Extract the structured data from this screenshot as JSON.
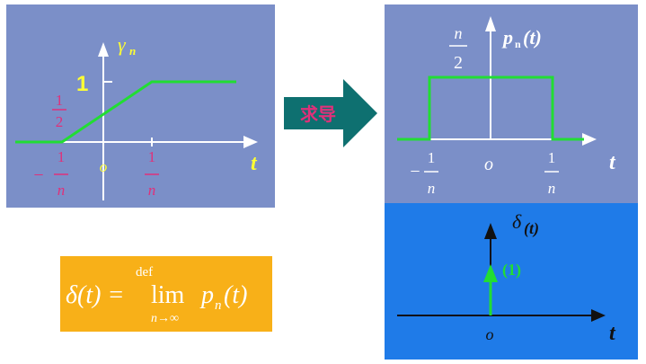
{
  "ramp_panel": {
    "ylabel": "γ",
    "ylabel_sub": "n",
    "level_one": "1",
    "half_num": "1",
    "half_den": "2",
    "neg_sign": "−",
    "left_num": "1",
    "left_den": "n",
    "origin": "o",
    "right_num": "1",
    "right_den": "n",
    "xlabel": "t"
  },
  "arrow": {
    "label": "求导"
  },
  "pulse_panel": {
    "height_num": "n",
    "height_den": "2",
    "func_p": "p",
    "func_sub": "n",
    "func_arg": "(t)",
    "neg_sign": "−",
    "left_num": "1",
    "left_den": "n",
    "origin": "o",
    "right_num": "1",
    "right_den": "n",
    "xlabel": "t"
  },
  "delta_panel": {
    "func_delta": "δ",
    "func_arg": "(t)",
    "strength": "(1)",
    "origin": "o",
    "xlabel": "t"
  },
  "definition": {
    "lhs": "δ(t) =",
    "def": "def",
    "lim": "lim",
    "lim_sub": "n→∞",
    "rhs_p": "p",
    "rhs_sub": "n",
    "rhs_arg": "(t)"
  },
  "colors": {
    "panel_bg": "#7b8fc8",
    "delta_bg": "#1f7be8",
    "curve": "#22dd33",
    "label_pink": "#e0307a",
    "label_yellow": "#ffff33",
    "arrow_fill": "#0e7070",
    "def_bg": "#f8b018"
  }
}
